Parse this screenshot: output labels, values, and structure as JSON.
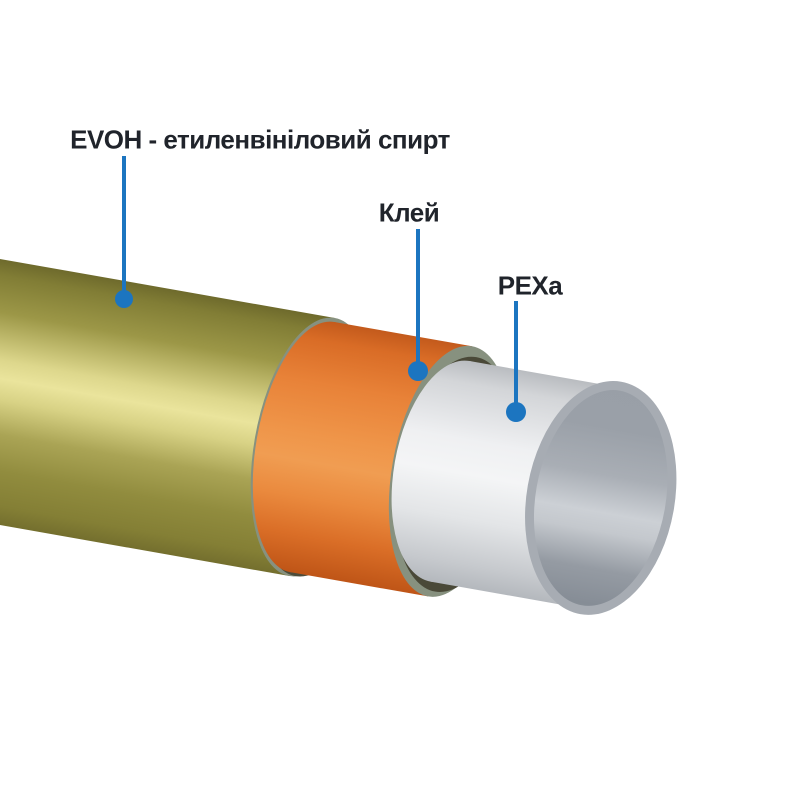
{
  "diagram": {
    "subject": "multilayer-pex-pipe-cutaway",
    "labels": [
      {
        "id": "evoh",
        "text": "EVOH - етиленвініловий спирт",
        "layer": "outer-barrier"
      },
      {
        "id": "adhesive",
        "text": "Клей",
        "layer": "middle-adhesive"
      },
      {
        "id": "pexa",
        "text": "PEXa",
        "layer": "inner-pipe"
      }
    ],
    "colors": {
      "background": "#ffffff",
      "label_text": "#20242b",
      "leader_blue": "#1c75c0",
      "evoh_olive": "#9c9747",
      "evoh_highlight": "#eae49c",
      "adhesive_orange": "#ef9549",
      "pexa_white": "#f4f5f6",
      "cut_rim_gray_green": "#87917f",
      "junction_shadow": "#4e4c3a",
      "end_face_gray": "#a9aeb5"
    }
  }
}
